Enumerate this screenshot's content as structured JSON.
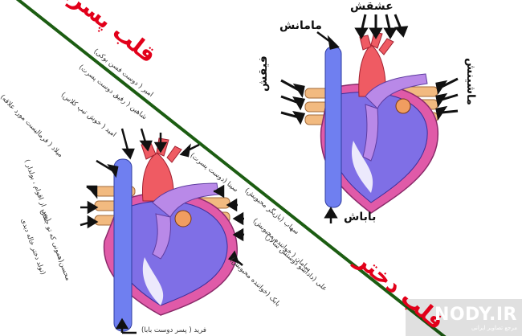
{
  "titles": {
    "boy_heart": "قلب پسرا",
    "girl_heart": "قلب دختر"
  },
  "girl_labels": {
    "mom": "مامانش",
    "crushes": "عشقش",
    "friends": "فیقش",
    "car": "ماشینش",
    "dad": "باباش"
  },
  "boy_notes": [
    "امیر ( دوست فسن بوکی)",
    "شاهین ( رفیق دوست پسرت)",
    "امید ( خوش تیپ کلاس)",
    "میلاد ( فرمالیست مورد علاقه)",
    "محسن(همونی که تو جشن",
    "تولد دختر خاله دیدی)",
    "( پس از اقوام ، بولدار)",
    "سینا (دوست پسرت)",
    "سهاب (بازیگر محبوبش)",
    "سامان ( خواننده محبوبش)",
    "علی (داداشو دوستش سالار)",
    "بابک (خواننده محبوبش)",
    "فرید ( پسر دوست بابا)"
  ],
  "brand": {
    "name": "NODY.IR",
    "sub": "مرجع تصاویر ایرانی"
  },
  "colors": {
    "red": "#e2001a",
    "vein_blue": "#6f7ff0",
    "heart_pink": "#e05aa8",
    "heart_purple": "#7f6fe6",
    "aorta_red": "#ef5b63",
    "tan": "#f2ba80",
    "violet": "#b989e8"
  }
}
